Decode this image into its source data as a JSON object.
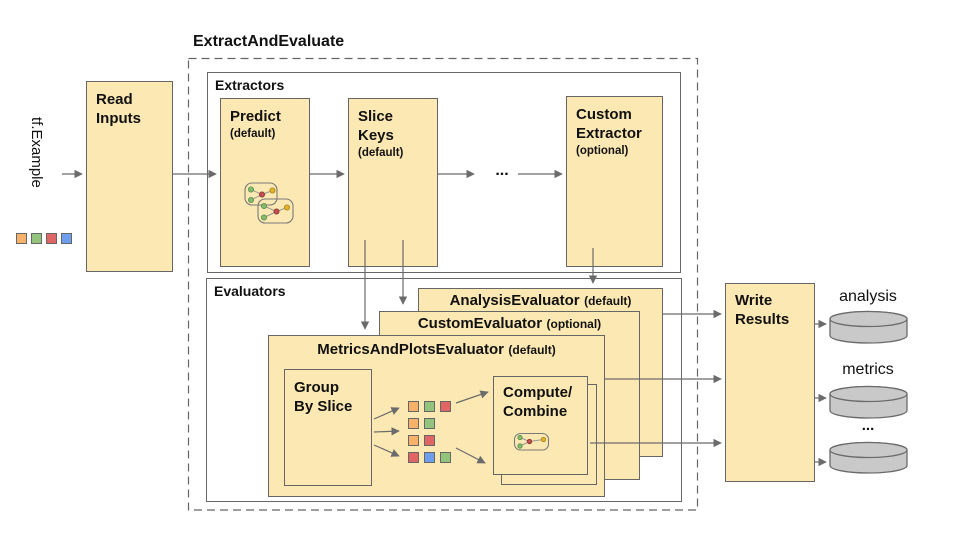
{
  "colors": {
    "box_fill": "#FCE8B2",
    "border_gray": "#666666",
    "arrow_gray": "#6b6b6b",
    "cylinder_fill": "#C9C9C9",
    "orange": "#F6B26B",
    "green": "#93C47D",
    "red": "#E06666",
    "blue": "#6D9EEB",
    "dot_green": "#84B96E",
    "dot_red": "#C0504D",
    "dot_yellow": "#E2B32C"
  },
  "input": {
    "label": "tf.Example",
    "squares": [
      "orange",
      "green",
      "red",
      "blue"
    ]
  },
  "read_inputs": {
    "label": "Read\nInputs"
  },
  "pipeline": {
    "title": "ExtractAndEvaluate"
  },
  "extractors": {
    "label": "Extractors",
    "predict": {
      "title": "Predict",
      "sub": "(default)"
    },
    "slice_keys": {
      "title": "Slice\nKeys",
      "sub": "(default)"
    },
    "ellipsis": "...",
    "custom": {
      "title": "Custom\nExtractor",
      "sub": "(optional)"
    }
  },
  "evaluators": {
    "label": "Evaluators",
    "analysis": {
      "title": "AnalysisEvaluator",
      "sub": "(default)"
    },
    "custom": {
      "title": "CustomEvaluator",
      "sub": "(optional)"
    },
    "metrics_plots": {
      "title": "MetricsAndPlotsEvaluator",
      "sub": "(default)"
    },
    "group_by_slice": {
      "label": "Group\nBy Slice"
    },
    "compute_combine": {
      "label": "Compute/\nCombine"
    },
    "slice_rows": [
      [
        "orange",
        "green",
        "red"
      ],
      [
        "orange",
        "green"
      ],
      [
        "orange",
        "red"
      ],
      [
        "red",
        "blue",
        "green"
      ]
    ]
  },
  "write_results": {
    "label": "Write\nResults"
  },
  "outputs": [
    {
      "label": "analysis"
    },
    {
      "label": "metrics"
    },
    {
      "label": "..."
    }
  ]
}
